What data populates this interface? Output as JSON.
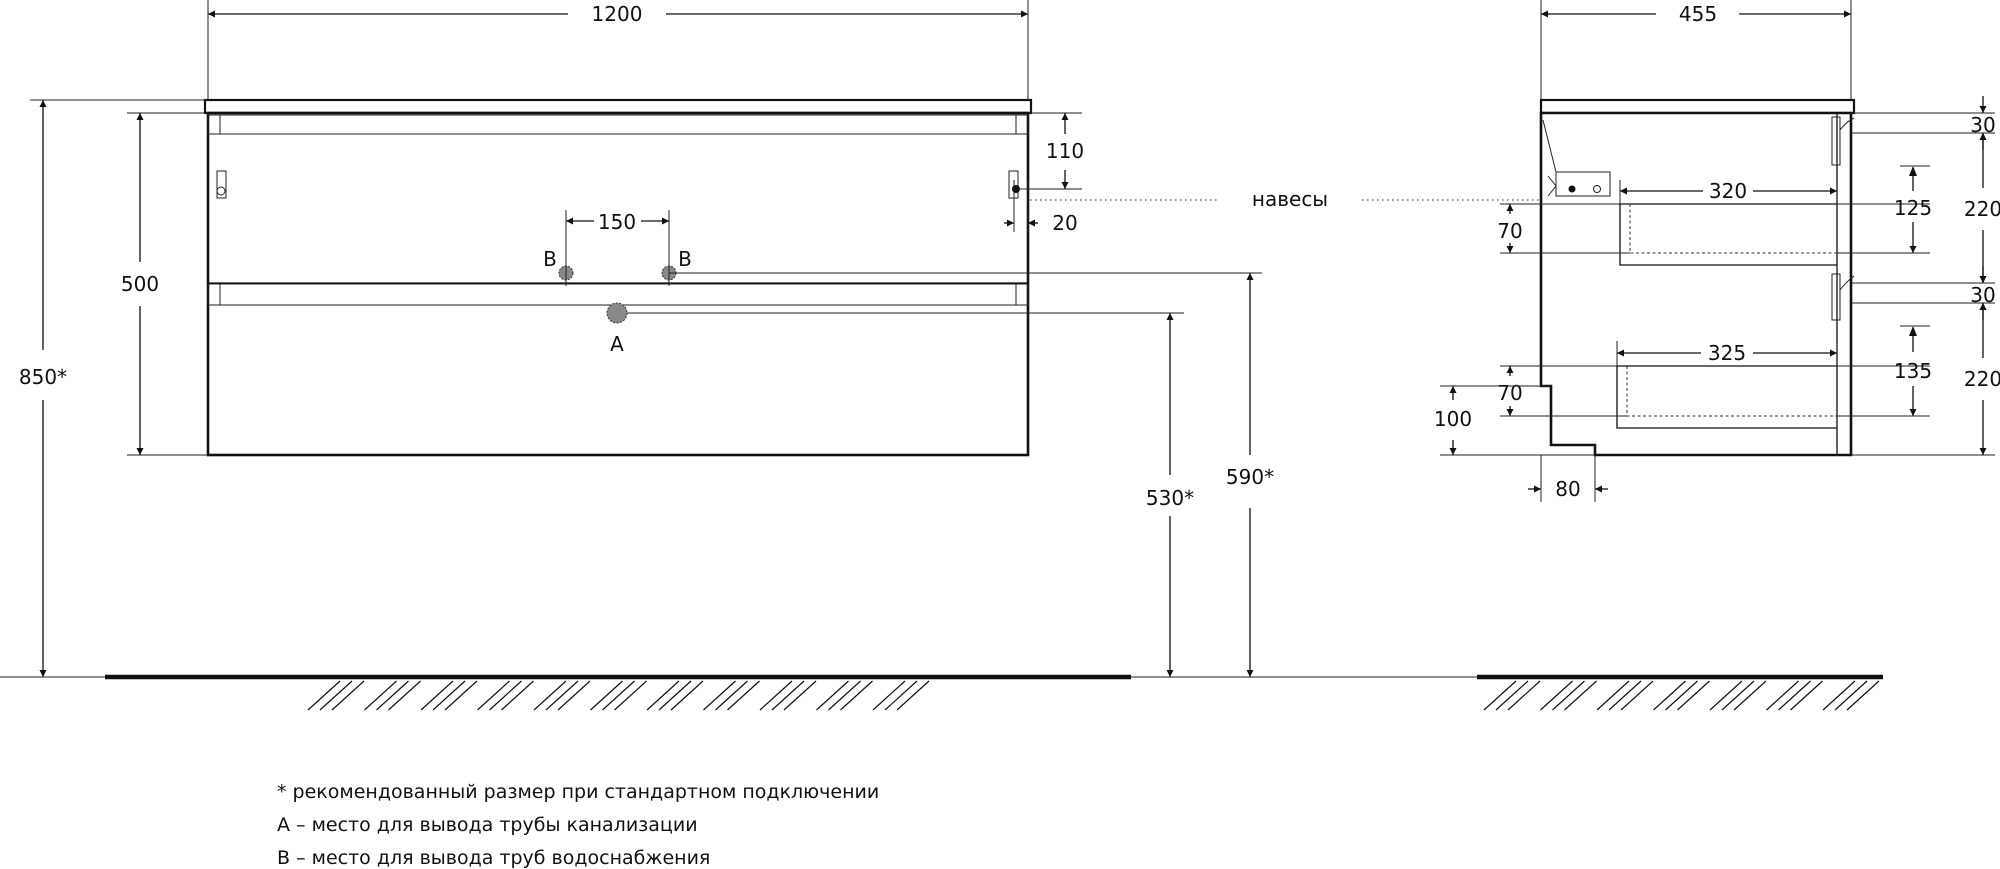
{
  "front_view": {
    "dims": {
      "width": "1200",
      "body_height": "500",
      "total_height": "850*",
      "top_rail": "110",
      "hinge_offset": "20",
      "water_spacing": "150",
      "drain_height": "530*",
      "water_height": "590*"
    },
    "labels": {
      "water_left": "B",
      "water_right": "B",
      "drain": "A",
      "hinges": "навесы"
    }
  },
  "side_view": {
    "dims": {
      "depth": "455",
      "drawer1_depth": "320",
      "drawer2_depth": "325",
      "top_gap1": "30",
      "top_gap2": "30",
      "drawer1_front": "220",
      "drawer2_front": "220",
      "drawer1_inner": "125",
      "drawer2_inner": "135",
      "drawer1_side": "70",
      "drawer2_side": "70",
      "bottom_clearance": "100",
      "back_notch": "80"
    }
  },
  "notes": {
    "asterisk": "* рекомендованный размер при стандартном подключении",
    "a_note": "A – место для вывода трубы канализации",
    "b_note": "B – место для вывода труб водоснабжения"
  }
}
